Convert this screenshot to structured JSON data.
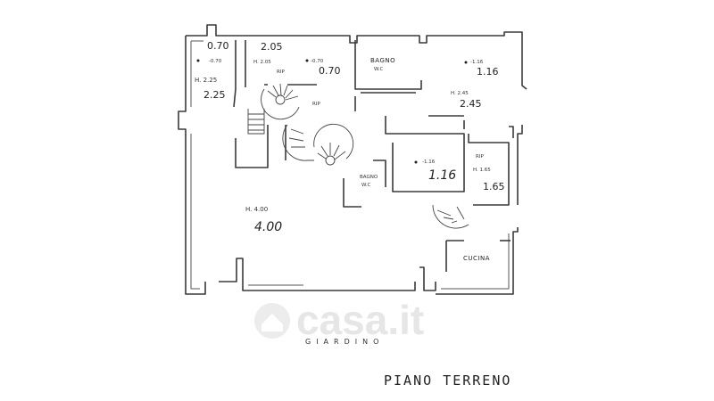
{
  "watermark": {
    "brand": "casa.it"
  },
  "plan": {
    "floor_title": "PIANO TERRENO",
    "garden_label": "GIARDINO",
    "rooms": [
      {
        "id": "room-top-left",
        "label": "",
        "height_note": "H. 2.25",
        "big_value": "2.25",
        "top_value": "0.70",
        "marker_value": "-0.70"
      },
      {
        "id": "room-rip-upper",
        "label": "RIP",
        "height_note": "H. 2.05",
        "big_value": "2.05",
        "marker_value": "-0.70",
        "side_value": "0.70"
      },
      {
        "id": "room-rip-stairs",
        "label": "RIP"
      },
      {
        "id": "room-bagno-top",
        "label": "BAGNO",
        "sub_label": "W.C"
      },
      {
        "id": "room-top-right",
        "label": "",
        "height_note": "H. 2.45",
        "big_value": "2.45",
        "marker_value": "-1.16",
        "top_value": "1.16"
      },
      {
        "id": "room-center-right",
        "label": "",
        "marker_value": "-1.16",
        "big_value": "1.16"
      },
      {
        "id": "room-rip-right",
        "label": "RIP",
        "height_note": "H. 1.65",
        "big_value": "1.65"
      },
      {
        "id": "room-bagno-mid",
        "label": "BAGNO",
        "sub_label": "W.C"
      },
      {
        "id": "room-main",
        "label": "",
        "height_note": "H. 4.00",
        "big_value": "4.00"
      },
      {
        "id": "room-cucina",
        "label": "CUCINA"
      }
    ]
  }
}
